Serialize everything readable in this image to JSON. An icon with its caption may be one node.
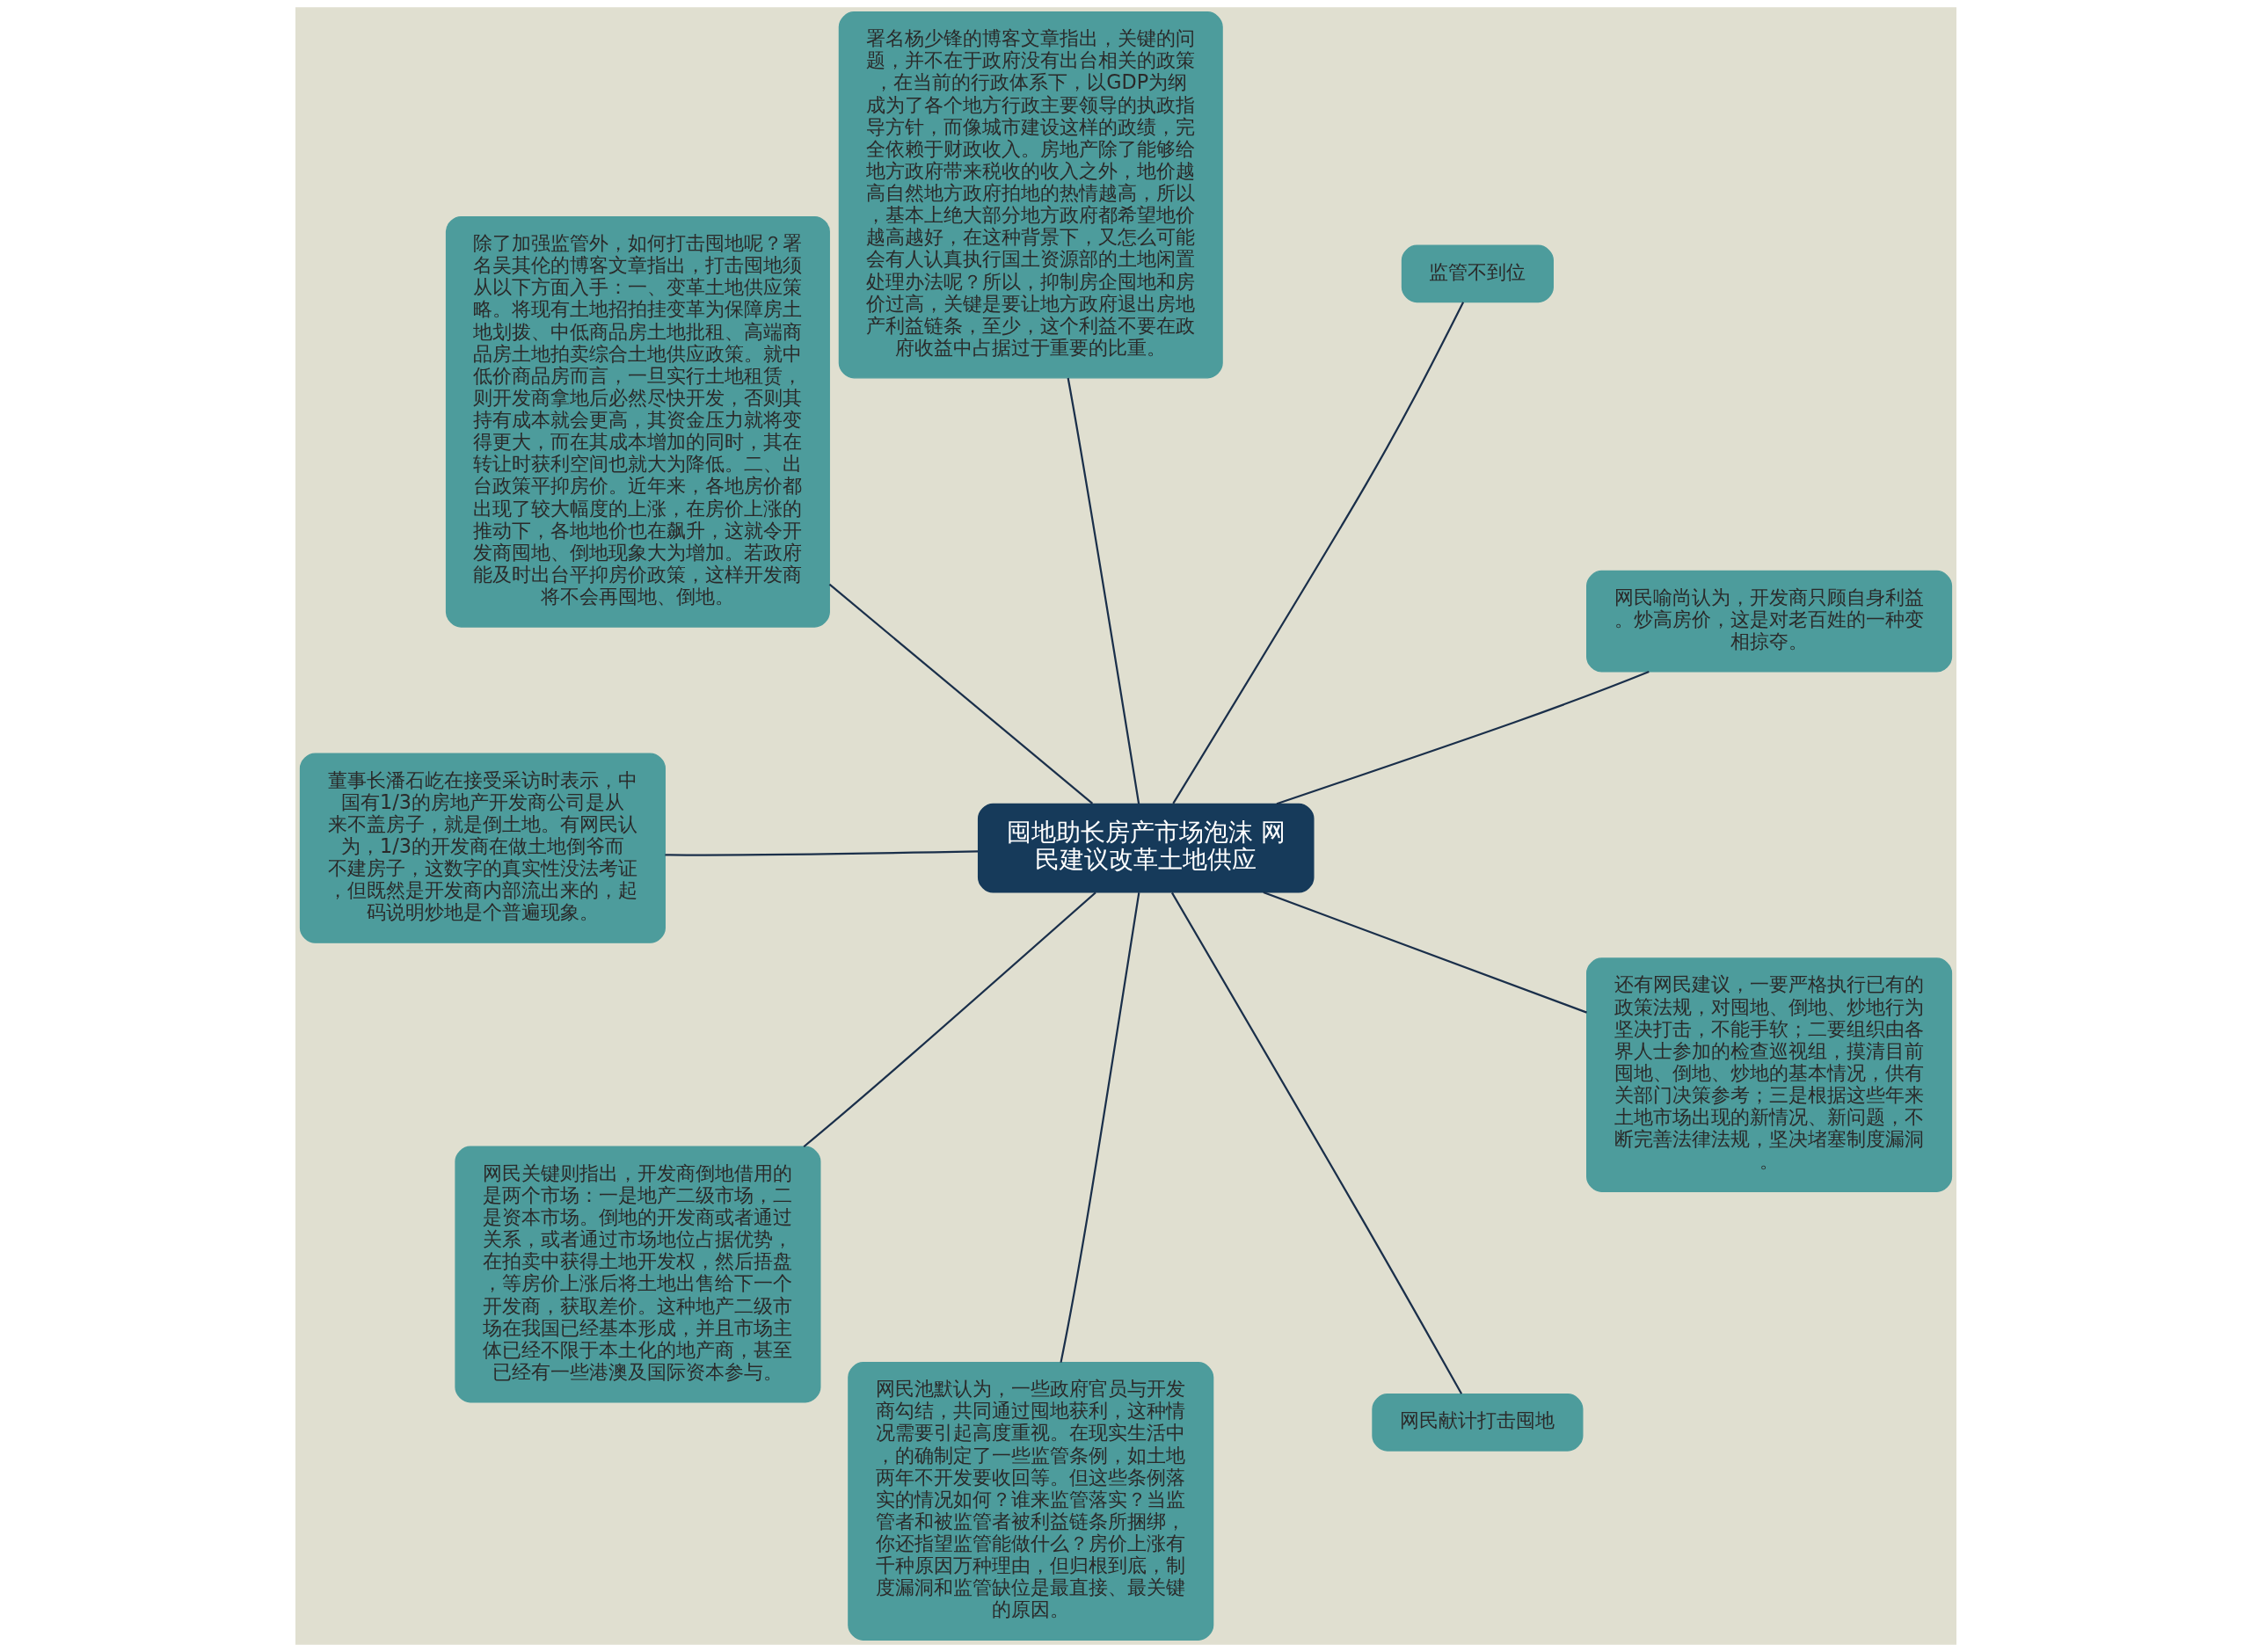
{
  "diagram": {
    "nodes": [
      {
        "text": [
          "囤地助长房产市场泡沫 网民建议改革土地供应"
        ]
      },
      {
        "text": [
          "网民喻尚认为，开发商只顾自身利益。炒高房价，这是对老百姓的一种变相掠夺。"
        ]
      },
      {
        "text": [
          "监管不到位"
        ]
      },
      {
        "text": [
          "署名杨少锋的博客文章指出，关键的问题，并不在于政府没有出台相关的政策，在当前的行政体系下，以GDP为纲成为了各个地方行政主要领导的执政指导方针，而像城市建设这样的政绩，完全依赖于财政收入。房地产除了能够给地方政府带来税收的收入之外，地价越高自然地方政府拍地的热情越高，所以，基本上绝大部分地方政府都希望地价越高越好，在这种背景下，又怎么可能会有人认真执行国土资源部的土地闲置处理办法呢？所以，抑制房企囤地和房价过高，关键是要让地方政府退出房地产利益链条，至少，这个利益不要在政府收益中占据过于重要的比重。"
        ]
      },
      {
        "text": [
          "除了加强监管外，如何打击囤地呢？署名吴其伦的博客文章指出，打击囤地须从以下方面入手：一、变革土地供应策略。将现有土地招拍挂变革为保障房土地划拨、中低商品房土地批租、高端商品房土地拍卖综合土地供应政策。就中低价商品房而言，一旦实行土地租赁，则开发商拿地后必然尽快开发，否则其持有成本就会更高，其资金压力就将变得更大，而在其成本增加的同时，其在转让时获利空间也就大为降低。二、出台政策平抑房价。近年来，各地房价都出现了较大幅度的上涨，在房价上涨的推动下，各地地价也在飙升，这就令开发商囤地、倒地现象大为增加。若政府能及时出台平抑房价政策，这样开发商将不会再囤地、倒地。"
        ]
      },
      {
        "text": [
          "董事长潘石屹在接受采访时表示，中国有1/3的房地产开发商公司是从来不盖房子，就是倒土地。有网民认为，1/3的开发商在做土地倒爷而不建房子，这数字的真实性没法考证，但既然是开发商内部流出来的，起码说明炒地是个普遍现象。"
        ]
      },
      {
        "text": [
          "网民关键则指出，开发商倒地借用的是两个市场：一是地产二级市场，二是资本市场。倒地的开发商或者通过关系，或者通过市场地位占据优势，在拍卖中获得土地开发权，然后捂盘，等房价上涨后将土地出售给下一个开发商，获取差价。这种地产二级市场在我国已经基本形成，并且市场主体已经不限于本土化的地产商，甚至已经有一些港澳及国际资本参与。"
        ]
      },
      {
        "text": [
          "网民池默认为，一些政府官员与开发商勾结，共同通过囤地获利，这种情况需要引起高度重视。在现实生活中，的确制定了一些监管条例，如土地两年不开发要收回等。但这些条例落实的情况如何？谁来监管落实？当监管者和被监管者被利益链条所捆绑，你还指望监管能做什么？房价上涨有千种原因万种理由，但归根到底，制度漏洞和监管缺位是最直接、最关键的原因。"
        ]
      },
      {
        "text": [
          "网民献计打击囤地"
        ]
      },
      {
        "text": [
          "还有网民建议，一要严格执行已有的政策法规，对囤地、倒地、炒地行为坚决打击，不能手软；二要组织由各界人士参加的检查巡视组，摸清目前囤地、倒地、炒地的基本情况，供有关部门决策参考；三是根据这些年来土地市场出现的新情况、新问题，不断完善法律法规，坚决堵塞制度漏洞。"
        ]
      }
    ],
    "edges": [
      {
        "from": 0,
        "to": 1,
        "arrow": "none"
      },
      {
        "from": 0,
        "to": 2,
        "arrow": "none"
      },
      {
        "from": 0,
        "to": 3,
        "arrow": "none"
      },
      {
        "from": 0,
        "to": 4,
        "arrow": "none"
      },
      {
        "from": 0,
        "to": 5,
        "arrow": "none"
      },
      {
        "from": 0,
        "to": 6,
        "arrow": "none"
      },
      {
        "from": 0,
        "to": 7,
        "arrow": "none"
      },
      {
        "from": 0,
        "to": 8,
        "arrow": "none"
      },
      {
        "from": 0,
        "to": 9,
        "arrow": "none"
      }
    ]
  }
}
